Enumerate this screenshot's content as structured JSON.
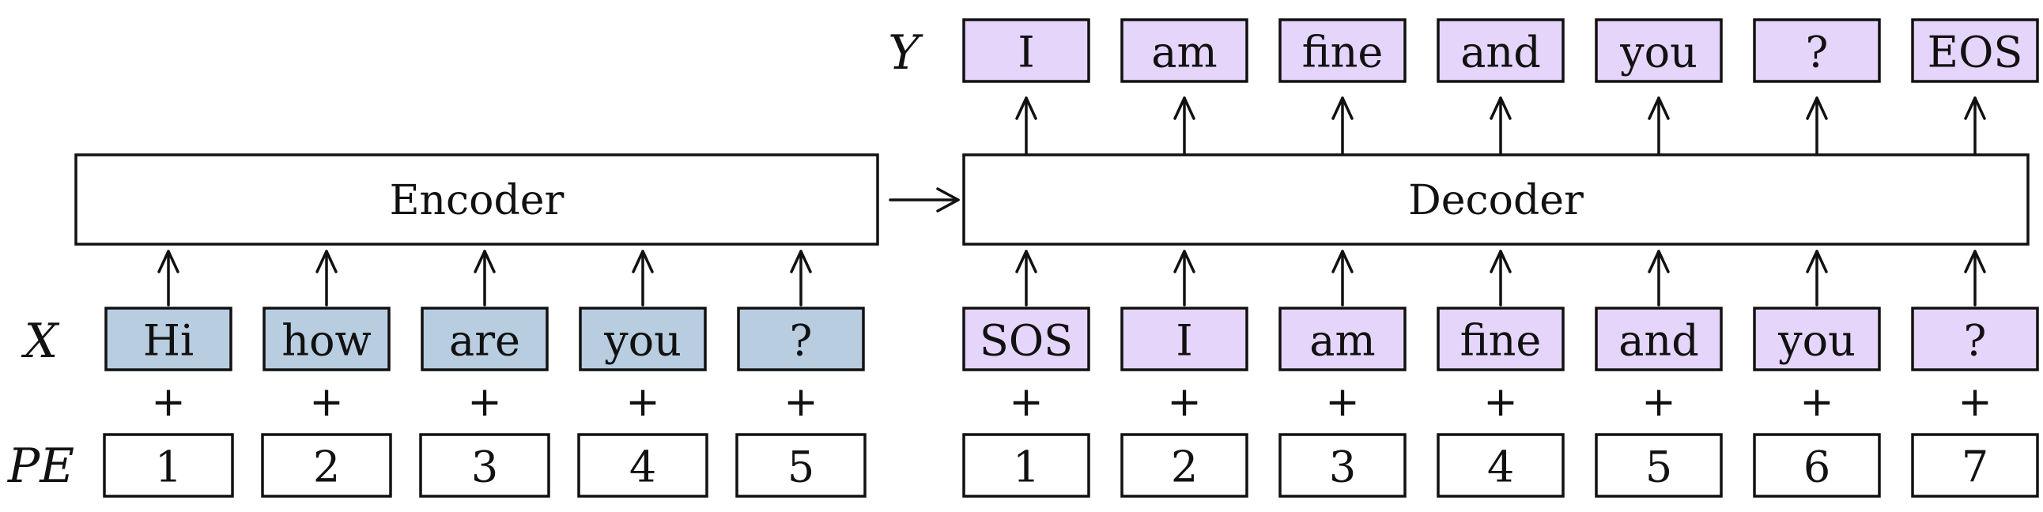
{
  "labels": {
    "y": "Y",
    "x": "X",
    "pe": "PE"
  },
  "encoder": {
    "label": "Encoder"
  },
  "decoder": {
    "label": "Decoder"
  },
  "input_tokens": [
    "Hi",
    "how",
    "are",
    "you",
    "?"
  ],
  "encoder_positions": [
    "1",
    "2",
    "3",
    "4",
    "5"
  ],
  "decoder_input_tokens": [
    "SOS",
    "I",
    "am",
    "fine",
    "and",
    "you",
    "?"
  ],
  "decoder_positions": [
    "1",
    "2",
    "3",
    "4",
    "5",
    "6",
    "7"
  ],
  "output_tokens": [
    "I",
    "am",
    "fine",
    "and",
    "you",
    "?",
    "EOS"
  ],
  "plus_sign": "+",
  "colors": {
    "input_fill": "#b8cde0",
    "decoder_fill": "#e5d5fb",
    "stroke": "#111111"
  }
}
